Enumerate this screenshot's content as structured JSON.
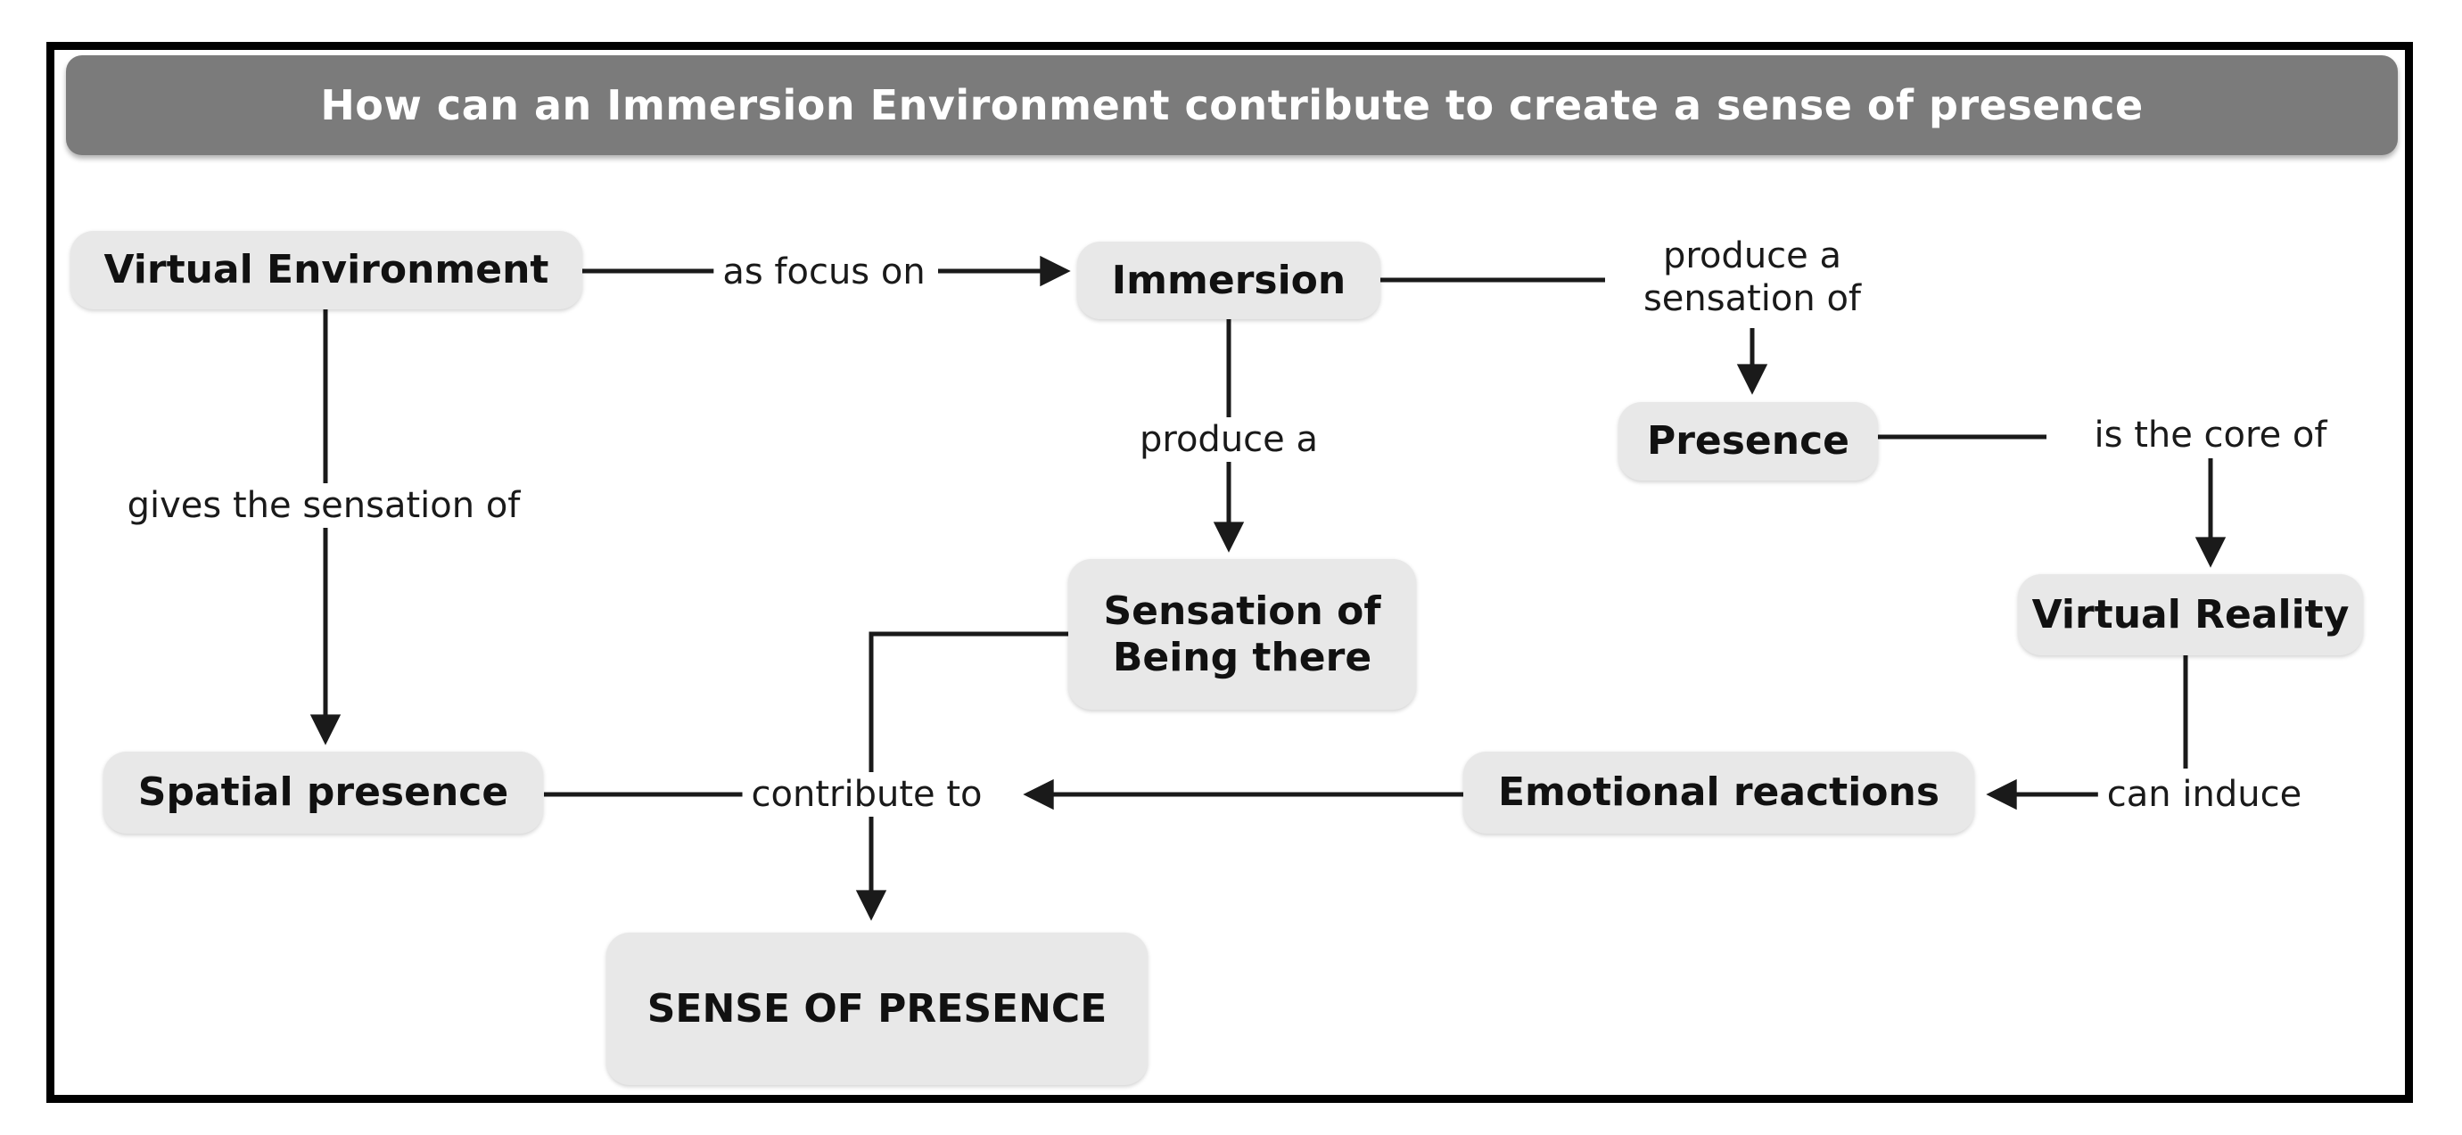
{
  "title": "How can an Immersion Environment contribute to create a sense of presence",
  "colors": {
    "background": "#ffffff",
    "frame_border": "#000000",
    "title_bar_fill": "#7b7b7b",
    "title_text": "#ffffff",
    "node_fill": "#e8e8e8",
    "node_text": "#111111",
    "connector": "#1a1a1a"
  },
  "nodes": [
    {
      "id": "virtual-environment",
      "label": "Virtual Environment"
    },
    {
      "id": "immersion",
      "label": "Immersion"
    },
    {
      "id": "presence",
      "label": "Presence"
    },
    {
      "id": "virtual-reality",
      "label": "Virtual Reality"
    },
    {
      "id": "sensation-of-being-there",
      "label": "Sensation of Being there"
    },
    {
      "id": "spatial-presence",
      "label": "Spatial presence"
    },
    {
      "id": "emotional-reactions",
      "label": "Emotional reactions"
    },
    {
      "id": "sense-of-presence",
      "label": "SENSE OF PRESENCE"
    }
  ],
  "edges": [
    {
      "label": "as focus on",
      "from": "Virtual Environment",
      "to": "Immersion"
    },
    {
      "label": "produce a sensation of",
      "from": "Immersion",
      "to": "Presence"
    },
    {
      "label": "produce a",
      "from": "Immersion",
      "to": "Sensation of Being there"
    },
    {
      "label": "is the core of",
      "from": "Presence",
      "to": "Virtual Reality"
    },
    {
      "label": "gives the sensation of",
      "from": "Virtual Environment",
      "to": "Spatial presence"
    },
    {
      "label": "contribute to",
      "from": "Spatial presence, Sensation of Being there, Emotional reactions",
      "to": "SENSE OF PRESENCE"
    },
    {
      "label": "can induce",
      "from": "Virtual Reality",
      "to": "Emotional reactions"
    }
  ]
}
